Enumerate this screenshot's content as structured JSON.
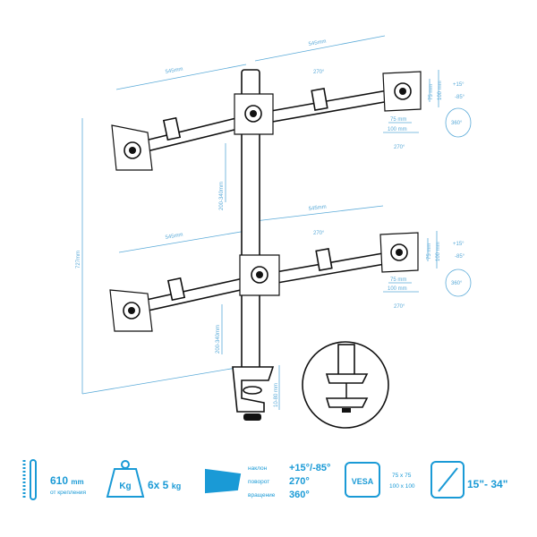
{
  "diagram": {
    "arm_span_label": "545mm",
    "total_height_label": "727mm",
    "pole_spacing_label": "200-340mm",
    "clamp_range_label": "10-80 mm",
    "vesa_small_label": "75 mm",
    "vesa_large_label": "100 mm",
    "vesa_small_vert_label": "75 mm",
    "vesa_large_vert_label": "100 mm",
    "tilt_up_label": "+15°",
    "tilt_down_label": "-85°",
    "rotation_label": "360°",
    "swivel_label": "270°"
  },
  "specs": {
    "height_value": "610",
    "height_unit": "mm",
    "height_caption": "от крепления",
    "weight_icon_label": "Kg",
    "weight_value": "6x 5",
    "weight_unit": "kg",
    "tilt_caption": "наклон",
    "tilt_value": "+15°/-85°",
    "swivel_caption": "поворот",
    "swivel_value": "270°",
    "rotation_caption": "вращение",
    "rotation_value": "360°",
    "vesa_icon_label": "VESA",
    "vesa_sizes": [
      "75 x 75",
      "100 x 100"
    ],
    "screen_size": "15\"- 34\""
  },
  "colors": {
    "accent": "#1a9ad6",
    "dimension": "#5aaad8"
  }
}
